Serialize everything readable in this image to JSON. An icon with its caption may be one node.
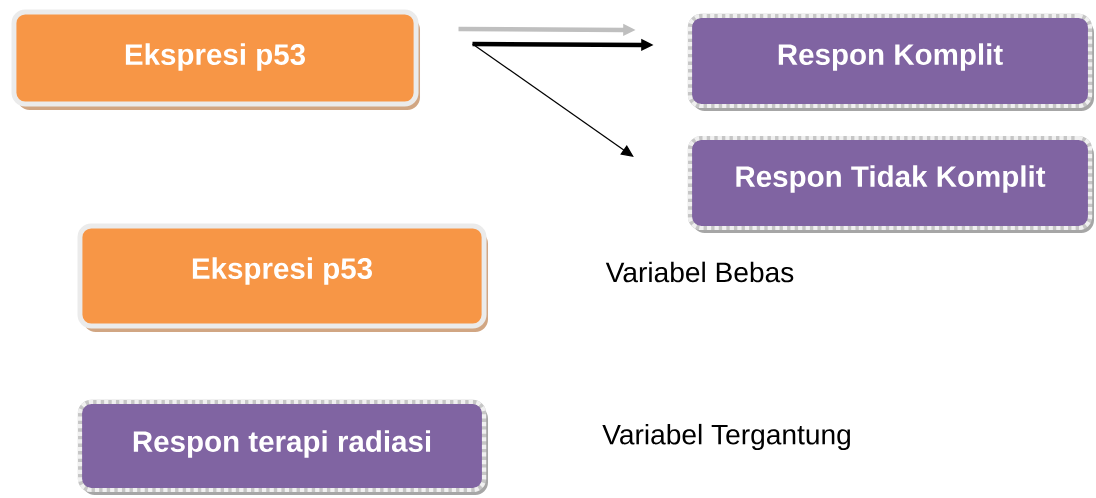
{
  "diagram": {
    "nodes": [
      {
        "text": [
          "Ekspresi p53"
        ]
      },
      {
        "text": [
          "Respon Komplit"
        ]
      },
      {
        "text": [
          "Respon Tidak Komplit"
        ]
      },
      {
        "text": [
          "Ekspresi p53"
        ]
      },
      {
        "text": [
          "Respon terapi radiasi"
        ]
      }
    ],
    "edges": [
      {
        "from": 0,
        "to": 1,
        "arrow": "to",
        "color": "#bfbfbf"
      },
      {
        "from": 0,
        "to": 1,
        "arrow": "to"
      },
      {
        "from": 0,
        "to": 2,
        "arrow": "to"
      }
    ],
    "labels": [
      "Variabel Bebas",
      "Variabel Tergantung"
    ]
  }
}
